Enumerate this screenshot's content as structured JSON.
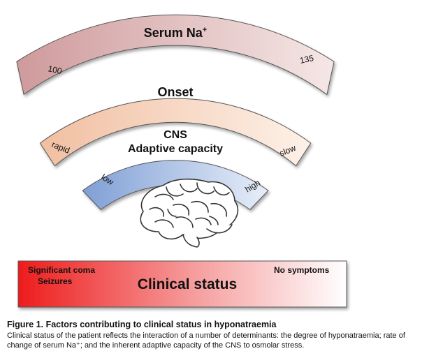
{
  "diagram": {
    "bands": [
      {
        "id": "serum",
        "title": "Serum Na",
        "title_sup": "+",
        "left_label": "100",
        "right_label": "135",
        "colors": [
          "#cf9a9c",
          "#f5e7e6"
        ]
      },
      {
        "id": "onset",
        "title": "Onset",
        "left_label": "rapid",
        "right_label": "slow",
        "colors": [
          "#f1bfa1",
          "#fdf1e8"
        ]
      },
      {
        "id": "cns",
        "title_line1": "CNS",
        "title_line2": "Adaptive capacity",
        "left_label": "low",
        "right_label": "high",
        "colors": [
          "#7f9fd6",
          "#e8eef9"
        ]
      }
    ],
    "icon": "brain-icon",
    "clinical_bar": {
      "title": "Clinical status",
      "left_line1": "Significant coma",
      "left_line2": "Seizures",
      "right_label": "No symptoms",
      "colors": [
        "#ee1c1c",
        "#ffffff"
      ]
    }
  },
  "caption": {
    "title": "Figure 1.  Factors contributing to clinical status in hyponatraemia",
    "body": "Clinical status of the patient reflects the interaction of a number of determinants: the degree of hyponatraemia; rate of change of serum Na⁺; and the inherent adaptive capacity of the CNS to osmolar stress."
  }
}
